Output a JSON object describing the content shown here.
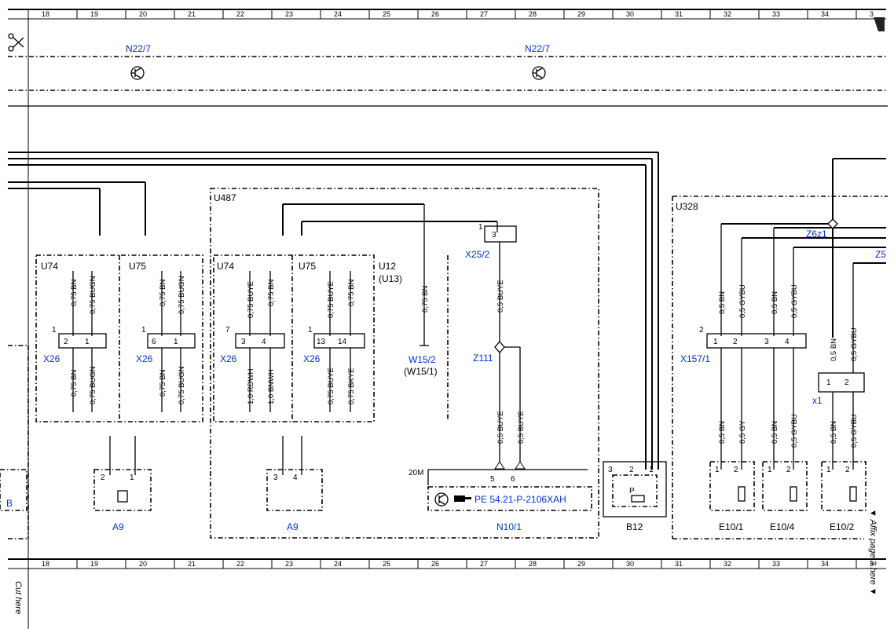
{
  "ruler": {
    "columns": [
      "18",
      "19",
      "20",
      "21",
      "22",
      "23",
      "24",
      "25",
      "26",
      "27",
      "28",
      "29",
      "30",
      "31",
      "32",
      "33",
      "34",
      "3"
    ]
  },
  "side_notes": {
    "cut_here": "Cut here",
    "affix_page": "▼ Affix page 3 here ▼"
  },
  "top_components": {
    "n22_7_left": "N22/7",
    "n22_7_right": "N22/7"
  },
  "groups": {
    "u487": "U487",
    "u328": "U328",
    "u74_a": "U74",
    "u75_a": "U75",
    "u74_b": "U74",
    "u75_b": "U75",
    "u12": "U12",
    "u13": "(U13)"
  },
  "connectors": {
    "x26_1": "X26",
    "x26_2": "X26",
    "x26_3": "X26",
    "x26_4": "X26",
    "x25_2": "X25/2",
    "w15_2": "W15/2",
    "w15_1": "(W15/1)",
    "z111": "Z111",
    "z6z1": "Z6z1",
    "z5": "Z5",
    "x157_1": "X157/1",
    "x1": "x1",
    "m20": "20M"
  },
  "components": {
    "a9_left": "A9",
    "a9_right": "A9",
    "n10_1": "N10/1",
    "b12": "B12",
    "e10_1": "E10/1",
    "e10_4": "E10/4",
    "e10_2": "E10/2",
    "b_left": "B",
    "pe_ref": "PE 54.21-P-2106XAH"
  },
  "wires": {
    "w1": "0,75 BN",
    "w2": "0,75 BUGN",
    "w3": "0,75 BN",
    "w4": "0,75 BUGN",
    "w5": "0,75 BN",
    "w6": "0,75 BUGN",
    "w7": "0,75 BN",
    "w8": "0,75 BUGN",
    "w9": "0,75 BUYE",
    "w10": "0,75 BN",
    "w11": "0,75 BUYE",
    "w12": "0,75 BN",
    "w13": "1,0 RDWH",
    "w14": "1,0 BNWH",
    "w15": "0,75 BUYE",
    "w16": "0,75 BKYE",
    "w17": "0,75 BN",
    "w18": "0,5 BUYE",
    "w19": "0,5 BUYE",
    "w20": "0,5 BUYE",
    "w21": "0,5 BN",
    "w22": "0,5 GYBU",
    "w23": "0,5 BN",
    "w24": "0,5 GYBU",
    "w25": "0,5 BN",
    "w26": "0,5 GYBU",
    "w27": "0,5 BN",
    "w28": "0,5 GY",
    "w29": "0,5 BN",
    "w30": "0,5 GYBU",
    "w31": "0,5 BN",
    "w32": "0,5 GYBU"
  },
  "pins": {
    "p1": "1",
    "p2": "2",
    "p3": "1",
    "p4": "1",
    "p5": "6",
    "p6": "1",
    "p7": "7",
    "p8": "3",
    "p9": "4",
    "p10": "1",
    "p11": "13",
    "p12": "14",
    "p13": "1",
    "p14": "3",
    "p15": "2",
    "p16": "1",
    "p17": "3",
    "p18": "4",
    "p19": "5",
    "p20": "6",
    "p21": "3",
    "p22": "2",
    "p23": "1",
    "p24": "2",
    "p25": "1",
    "p26": "2",
    "p27": "3",
    "p28": "4",
    "p29": "1",
    "p30": "2",
    "p31": "1",
    "p32": "2",
    "p33": "1",
    "p34": "2",
    "p35": "1",
    "p36": "2",
    "p37": "P"
  }
}
